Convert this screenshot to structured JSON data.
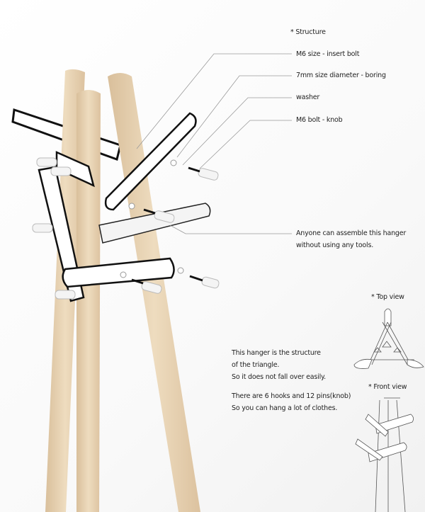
{
  "structure": {
    "title": "* Structure",
    "labels": [
      "M6 size - insert bolt",
      "7mm size diameter - boring",
      "washer",
      "M6 bolt - knob"
    ]
  },
  "assembly_note": [
    "Anyone can assemble this hanger",
    "without using any tools."
  ],
  "description": {
    "paragraph1": [
      "This hanger is the structure",
      "of the triangle.",
      "So it does not fall over easily."
    ],
    "paragraph2": [
      "There are 6 hooks and 12 pins(knob)",
      "So you can hang a lot of clothes."
    ]
  },
  "views": {
    "top_view": "* Top view",
    "front_view": "* Front view"
  },
  "colors": {
    "wood": "#e8d2b2",
    "wood_shade": "#d6bb96",
    "hook": "#ffffff",
    "edge": "#111111",
    "leader": "#9a9a9a"
  }
}
